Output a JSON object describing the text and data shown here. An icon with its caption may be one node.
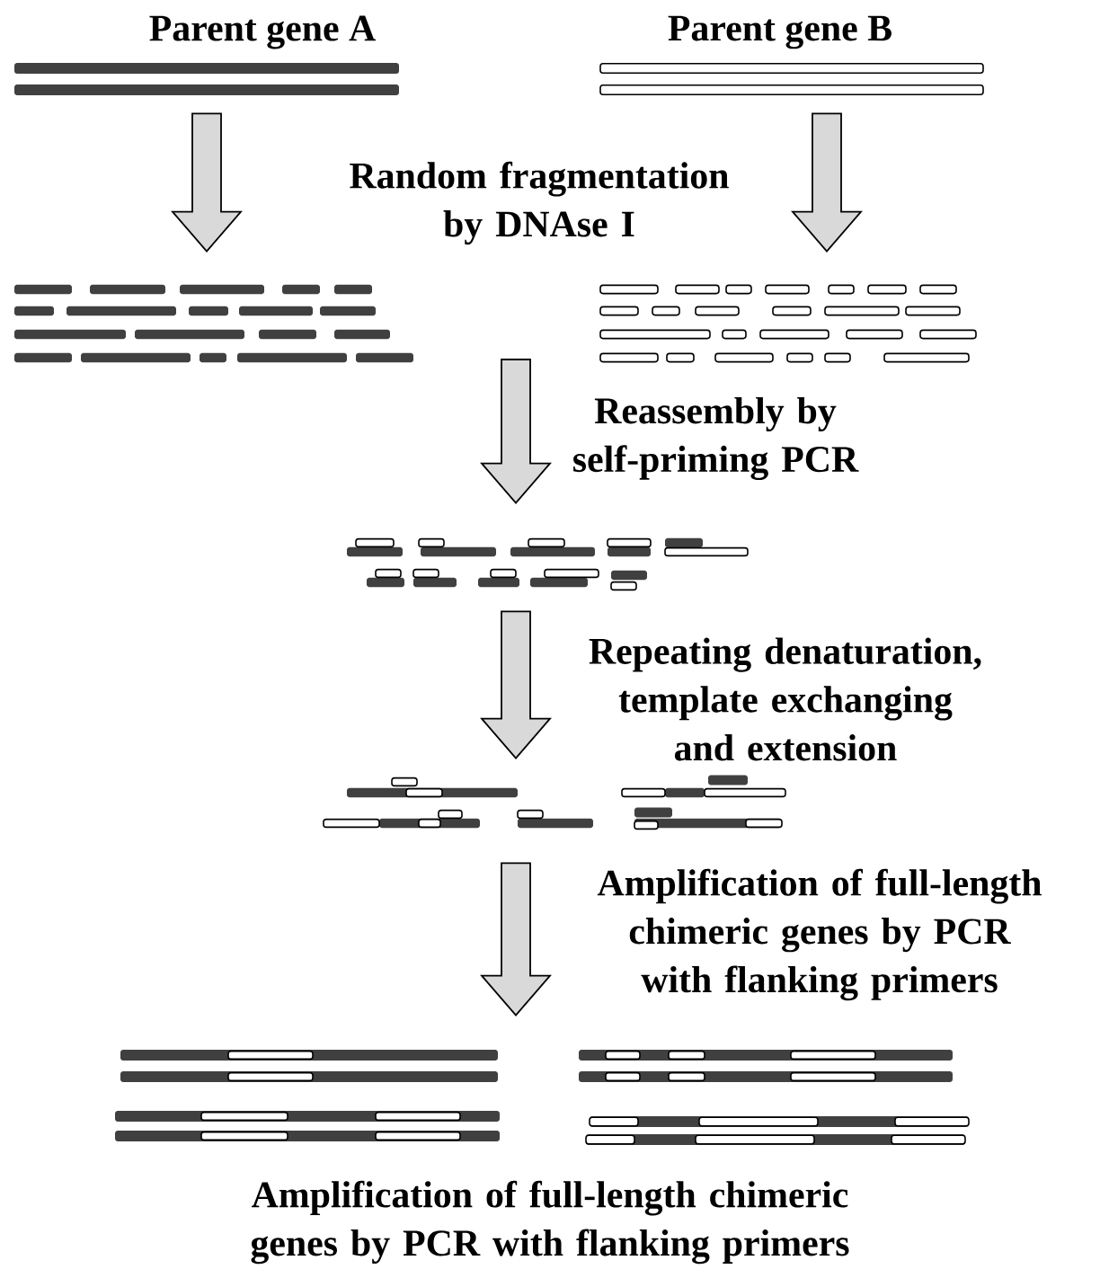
{
  "diagram": {
    "nodes": [
      {
        "text": [
          "Parent gene A"
        ]
      },
      {
        "text": [
          "Parent gene B"
        ]
      },
      {
        "text": [],
        "shape": "picture"
      },
      {
        "text": [],
        "shape": "picture"
      },
      {
        "text": [],
        "shape": "picture"
      },
      {
        "text": [],
        "shape": "picture"
      },
      {
        "text": [],
        "shape": "picture"
      }
    ],
    "edges": [
      {
        "from": 0,
        "to": 2,
        "arrow": "to"
      },
      {
        "from": 1,
        "to": 3,
        "arrow": "to"
      },
      {
        "from": null,
        "to": 4,
        "arrow": "to",
        "label": "Reassembly by self-priming PCR"
      },
      {
        "from": 4,
        "to": 5,
        "arrow": "to",
        "label": "Repeating denaturation, template exchanging and extension"
      },
      {
        "from": 5,
        "to": 6,
        "arrow": "to",
        "label": "Amplification of full-length chimeric genes by PCR with flanking primers"
      }
    ],
    "labels": [
      "Random fragmentation by DNAse I"
    ],
    "caption": "Amplification of full-length chimeric genes by PCR with flanking primers"
  }
}
